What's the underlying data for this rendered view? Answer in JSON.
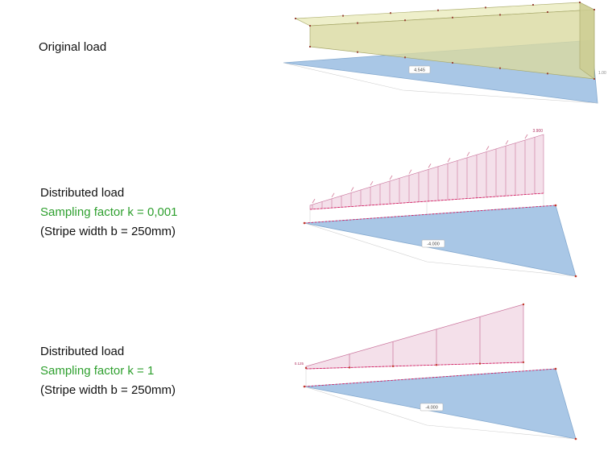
{
  "rows": {
    "original": {
      "title": "Original load"
    },
    "k0001": {
      "title": "Distributed load",
      "factor": "Sampling factor k = 0,001",
      "stripe": "(Stripe width b = 250mm)"
    },
    "k1": {
      "title": "Distributed load",
      "factor": "Sampling factor k = 1",
      "stripe": "(Stripe width b = 250mm)"
    }
  },
  "annotations": {
    "original": {
      "plate_value": "4.545",
      "edge_value": "1.00"
    },
    "k0001": {
      "plate_value": "-4.000",
      "peak_value": "3.900"
    },
    "k1": {
      "plate_value": "-4.000",
      "start_value": "0.125"
    }
  },
  "colors": {
    "factor_green": "#2fa02f",
    "plate_blue": "#a9c7e6",
    "load_olive": "#dedfa8",
    "load_pink": "#f3dde8",
    "stripe_red": "#c2185b"
  }
}
